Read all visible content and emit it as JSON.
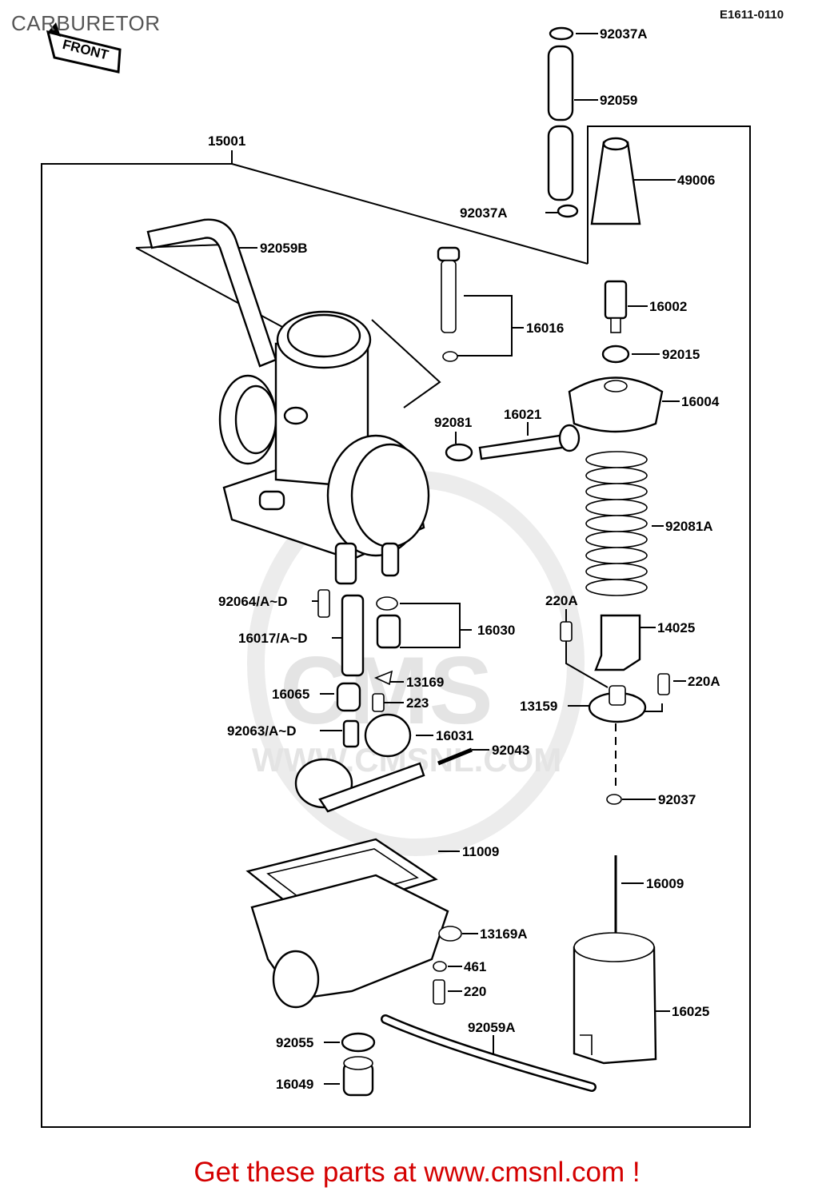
{
  "header": {
    "title": "CARBURETOR",
    "diagram_code": "E1611-0110",
    "front_tag": "FRONT"
  },
  "watermark": {
    "brand": "CMS",
    "url": "WWW.CMSNL.COM"
  },
  "parts": {
    "p92037A_top": "92037A",
    "p92059": "92059",
    "p15001": "15001",
    "p49006": "49006",
    "p92037A_mid": "92037A",
    "p92059B": "92059B",
    "p16002": "16002",
    "p16016": "16016",
    "p92015": "92015",
    "p16004": "16004",
    "p92081": "92081",
    "p16021": "16021",
    "p92081A": "92081A",
    "p220A_a": "220A",
    "p92064": "92064/A~D",
    "p16030": "16030",
    "p14025": "14025",
    "p16017": "16017/A~D",
    "p13169": "13169",
    "p220A_b": "220A",
    "p16065": "16065",
    "p223": "223",
    "p13159": "13159",
    "p92063": "92063/A~D",
    "p16031": "16031",
    "p92043": "92043",
    "p92037": "92037",
    "p11009": "11009",
    "p16009": "16009",
    "p13169A": "13169A",
    "p461": "461",
    "p220": "220",
    "p16025": "16025",
    "p92059A": "92059A",
    "p92055": "92055",
    "p16049": "16049"
  },
  "footer": {
    "banner": "Get these parts at www.cmsnl.com !"
  }
}
